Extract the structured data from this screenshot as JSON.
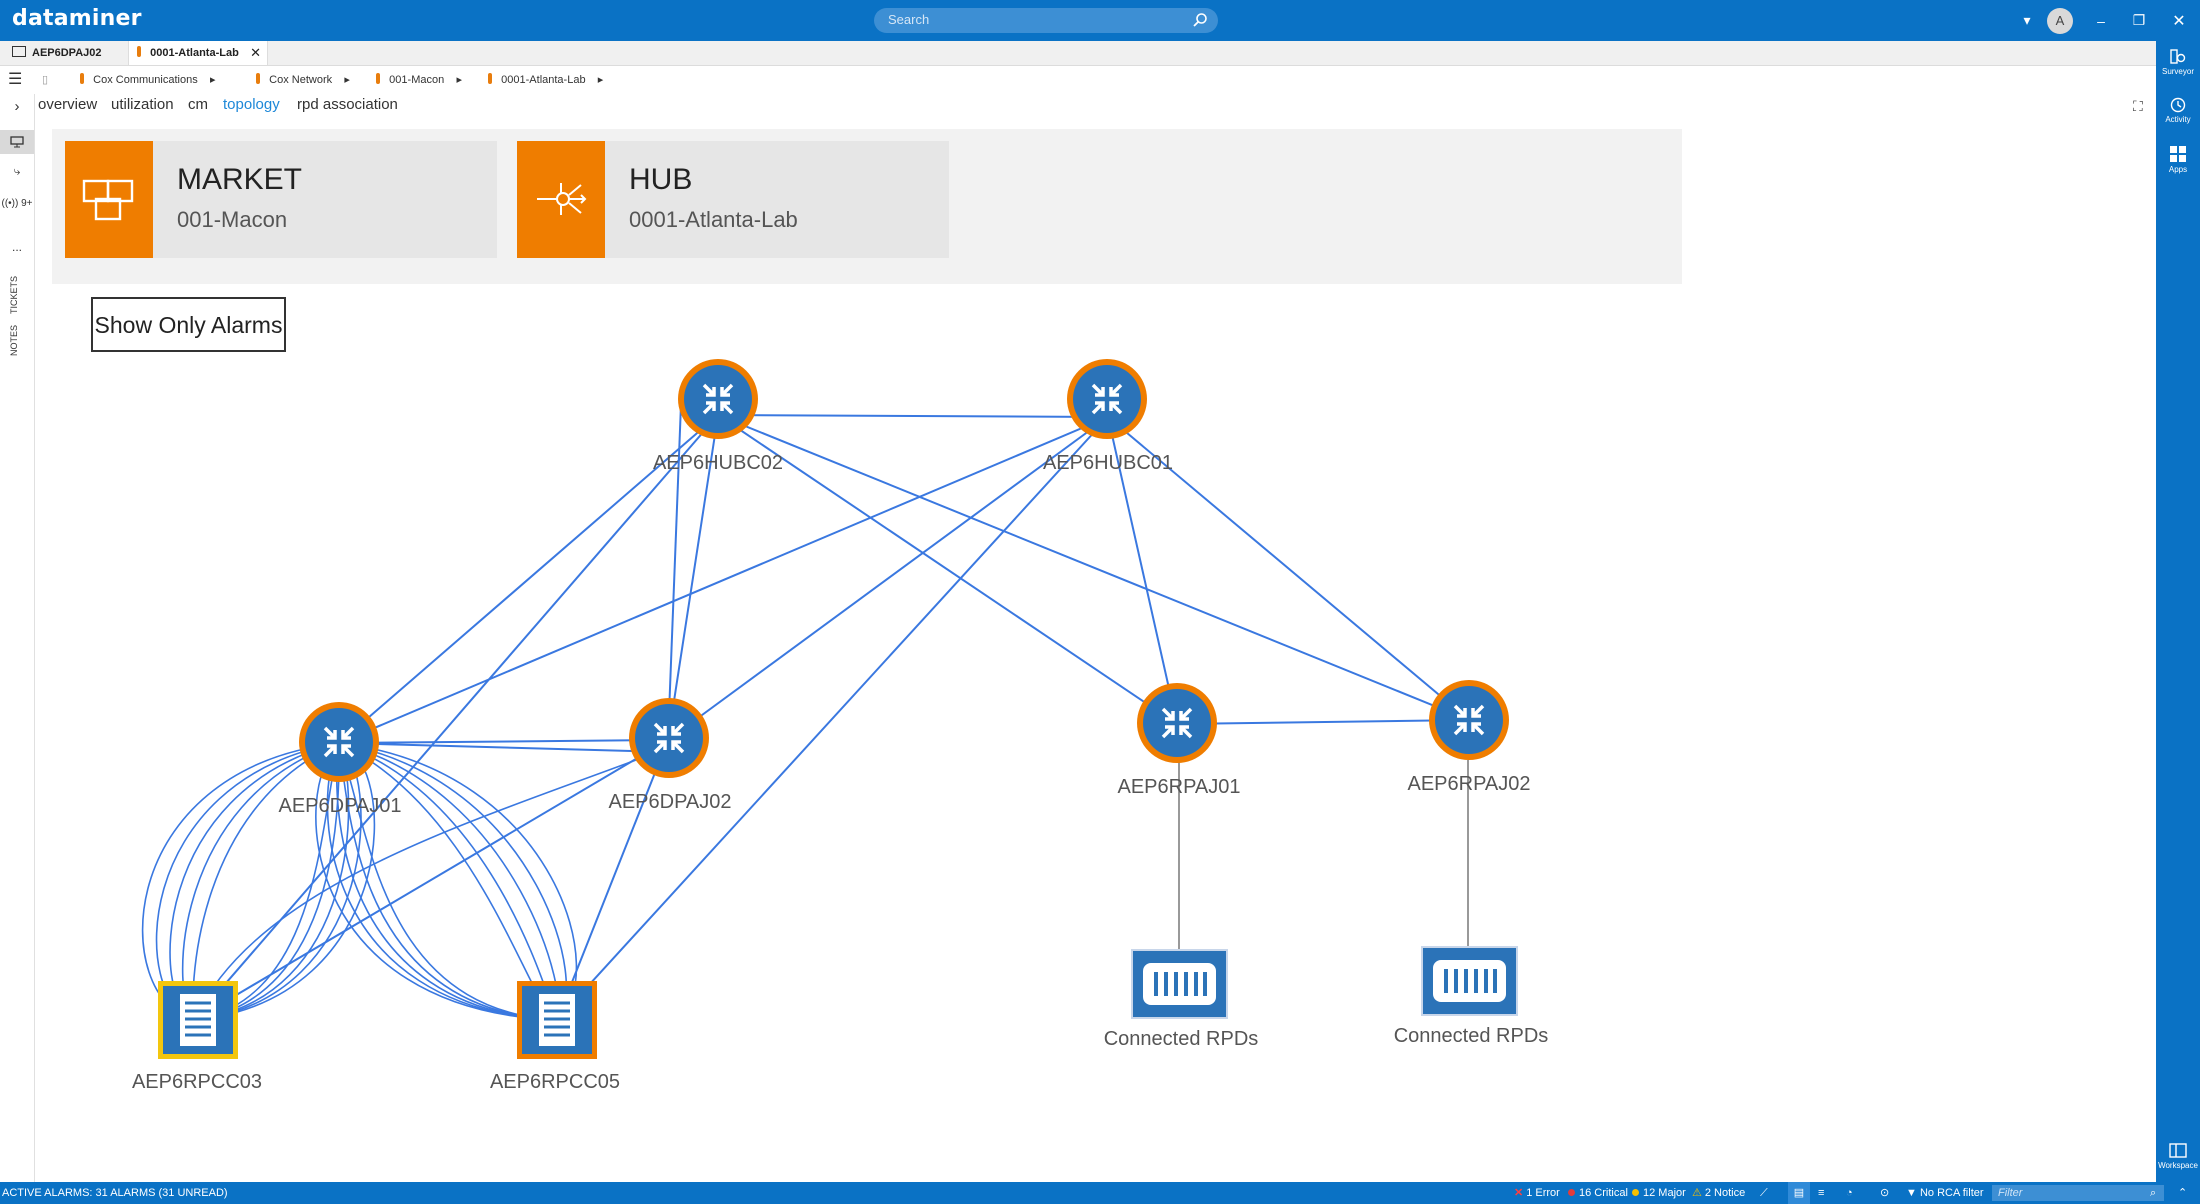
{
  "app": {
    "logo": "dataminer"
  },
  "search": {
    "placeholder": "Search"
  },
  "user": {
    "avatar_initial": "A"
  },
  "tabs": [
    {
      "label": "AEP6DPAJ02"
    },
    {
      "label": "0001-Atlanta-Lab"
    }
  ],
  "breadcrumb": [
    "Cox Communications",
    "Cox Network",
    "001-Macon",
    "0001-Atlanta-Lab"
  ],
  "left_nav": {
    "badge": "9+",
    "tickets": "TICKETS",
    "notes": "NOTES",
    "more": "..."
  },
  "subtabs": [
    "overview",
    "utilization",
    "cm",
    "topology",
    "rpd association"
  ],
  "cards": {
    "market": {
      "title": "MARKET",
      "value": "001-Macon"
    },
    "hub": {
      "title": "HUB",
      "value": "0001-Atlanta-Lab"
    }
  },
  "filter_button": "Show Only Alarms",
  "nodes": {
    "hubc02": "AEP6HUBC02",
    "hubc01": "AEP6HUBC01",
    "dpaj01": "AEP6DPAJ01",
    "dpaj02": "AEP6DPAJ02",
    "rpaj01": "AEP6RPAJ01",
    "rpaj02": "AEP6RPAJ02",
    "rpcc03": "AEP6RPCC03",
    "rpcc05": "AEP6RPCC05",
    "rpds1": "Connected RPDs",
    "rpds2": "Connected RPDs"
  },
  "right_panel": {
    "surveyor": "Surveyor",
    "activity": "Activity",
    "apps": "Apps",
    "workspace": "Workspace"
  },
  "status": {
    "active_alarms": "ACTIVE ALARMS: 31 ALARMS (31 UNREAD)",
    "error": "1 Error",
    "critical": "16 Critical",
    "major": "12 Major",
    "notice": "2 Notice",
    "rca": "No RCA filter",
    "filter_placeholder": "Filter"
  },
  "colors": {
    "brand_blue": "#0a72c5",
    "accent_orange": "#ef7d00",
    "node_blue": "#2b73b8",
    "link_blue": "#3a78e0",
    "critical": "#e23b3b",
    "major": "#f5c000",
    "error": "#e8102f"
  }
}
